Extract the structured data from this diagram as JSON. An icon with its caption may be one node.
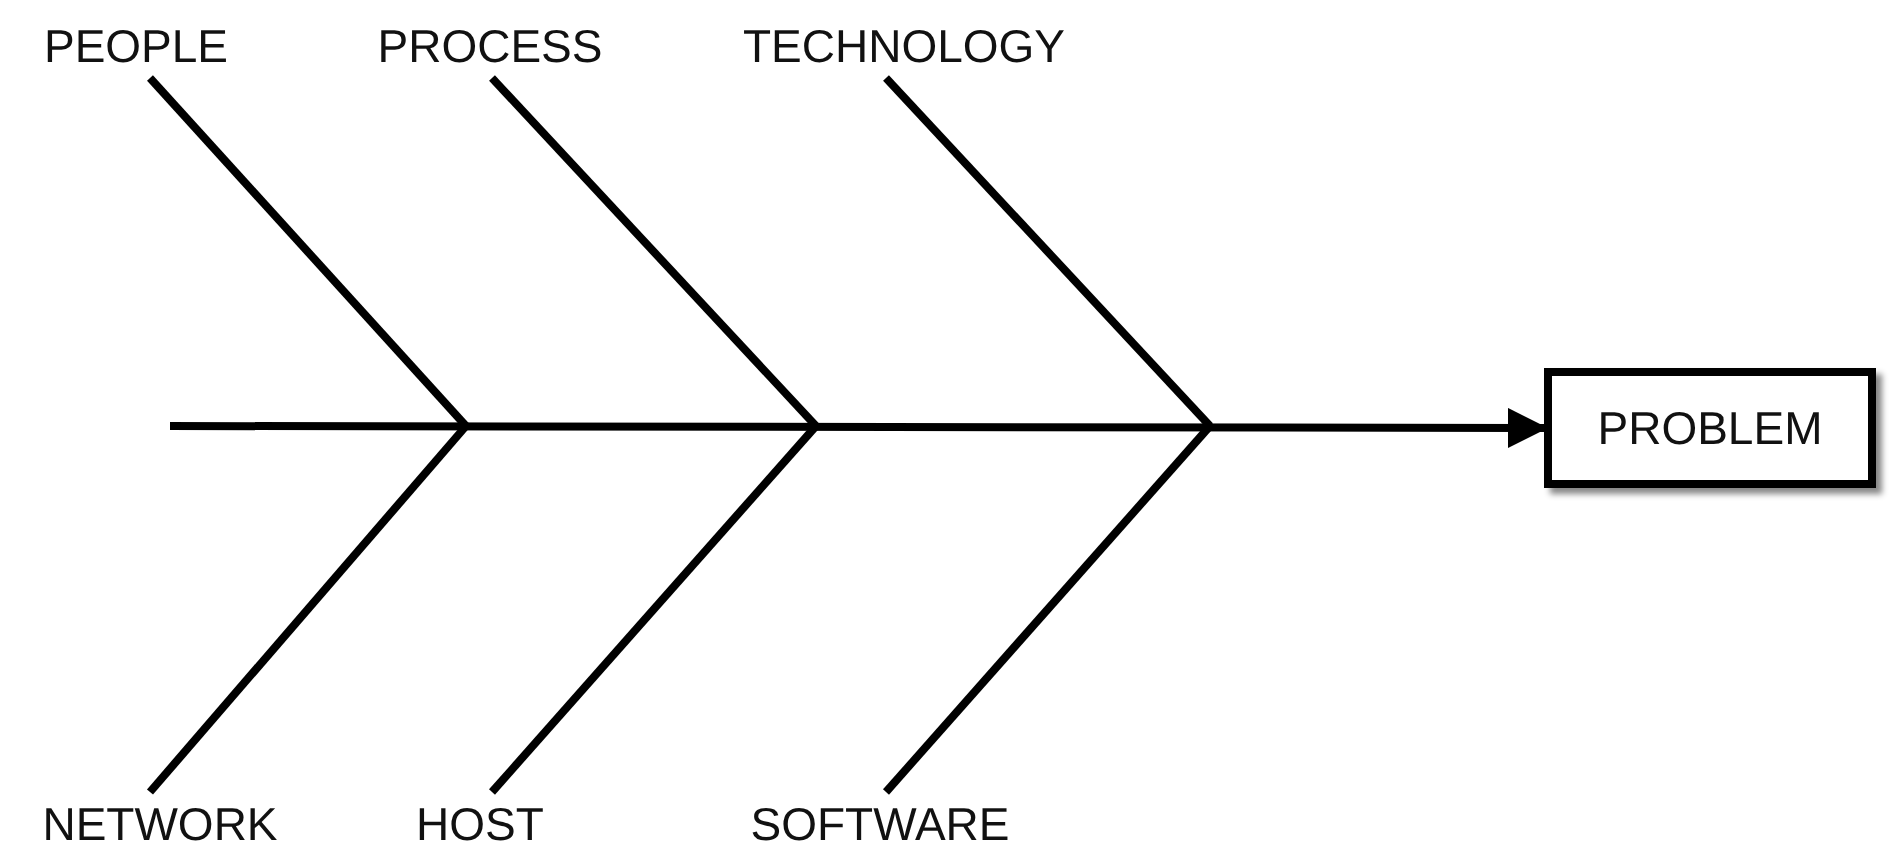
{
  "diagram": {
    "nodes": [
      {
        "text": [
          "PEOPLE"
        ]
      },
      {
        "text": [
          "PROCESS"
        ]
      },
      {
        "text": [
          "TECHNOLOGY"
        ]
      },
      {
        "text": [
          "PROBLEM"
        ]
      },
      {
        "text": [
          "NETWORK"
        ]
      },
      {
        "text": [
          "HOST"
        ]
      },
      {
        "text": [
          "SOFTWARE"
        ]
      }
    ],
    "edges": [
      {
        "from": null,
        "to": 3,
        "arrow": "to"
      },
      {
        "from": 0,
        "to": null,
        "arrow": "none"
      },
      {
        "from": 1,
        "to": null,
        "arrow": "none"
      },
      {
        "from": 2,
        "to": null,
        "arrow": "none"
      },
      {
        "from": 4,
        "to": null,
        "arrow": "none"
      },
      {
        "from": 5,
        "to": null,
        "arrow": "none"
      },
      {
        "from": 6,
        "to": null,
        "arrow": "none"
      }
    ]
  }
}
